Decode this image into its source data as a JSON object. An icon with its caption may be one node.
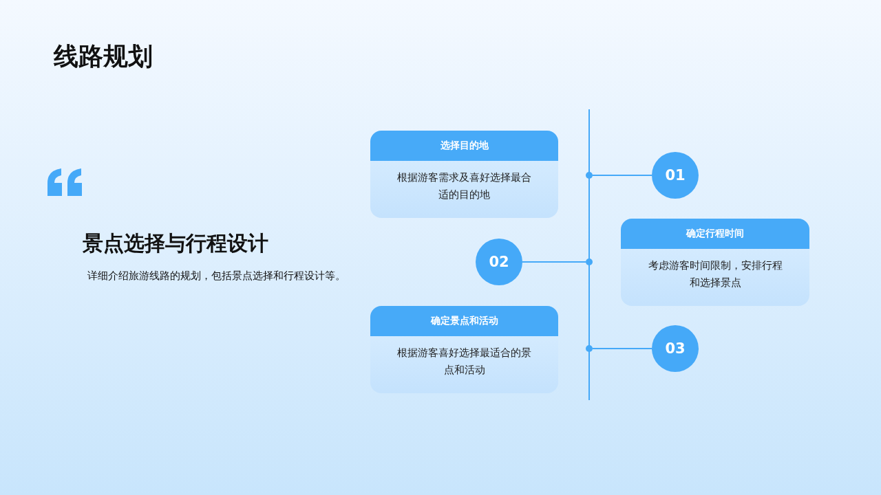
{
  "diagram": {
    "title": "线路规划",
    "nodes": [
      {
        "text": [
          "选择目的地",
          "根据游客需求及喜好选择最合适的目的地"
        ]
      },
      {
        "text": [
          "01"
        ]
      },
      {
        "text": [
          "确定行程时间",
          "考虑游客时间限制，安排行程和选择景点"
        ]
      },
      {
        "text": [
          "02"
        ]
      },
      {
        "text": [
          "确定景点和活动",
          "根据游客喜好选择最适合的景点和活动"
        ]
      },
      {
        "text": [
          "03"
        ]
      },
      {
        "text": [],
        "shape": "circle"
      },
      {
        "text": [],
        "shape": "circle"
      },
      {
        "text": [],
        "shape": "circle"
      }
    ],
    "edges": [
      {
        "from": 1,
        "to": 6,
        "arrow": "none"
      },
      {
        "from": 3,
        "to": 7,
        "arrow": "none"
      },
      {
        "from": 5,
        "to": 8,
        "arrow": "none"
      }
    ],
    "labels": [
      "景点选择与行程设计",
      "详细介绍旅游线路的规划，包括景点选择和行程设计等。"
    ]
  }
}
